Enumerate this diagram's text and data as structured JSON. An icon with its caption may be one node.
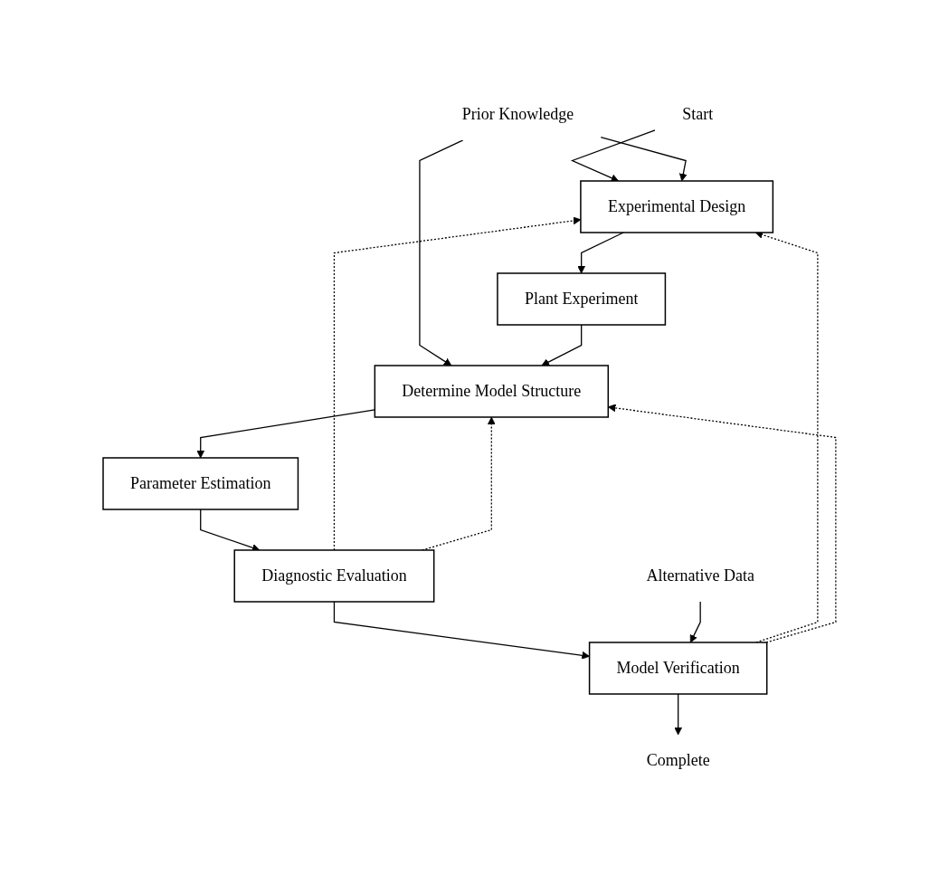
{
  "diagram": {
    "nodes": [
      {
        "text": [
          "Prior Knowledge"
        ]
      },
      {
        "text": [
          "Start"
        ]
      },
      {
        "text": [
          "Experimental Design"
        ]
      },
      {
        "text": [
          "Plant Experiment"
        ]
      },
      {
        "text": [
          "Determine Model Structure"
        ]
      },
      {
        "text": [
          "Parameter Estimation"
        ]
      },
      {
        "text": [
          "Alternative Data"
        ]
      },
      {
        "text": [
          "Diagnostic Evaluation"
        ]
      },
      {
        "text": [
          "Model Verification"
        ]
      },
      {
        "text": [
          "Complete"
        ]
      }
    ],
    "edges": [
      {
        "from": 1,
        "to": 2,
        "arrow": "to"
      },
      {
        "from": 0,
        "to": 2,
        "arrow": "to"
      },
      {
        "from": 0,
        "to": 4,
        "arrow": "to"
      },
      {
        "from": 2,
        "to": 3,
        "arrow": "to"
      },
      {
        "from": 3,
        "to": 4,
        "arrow": "to"
      },
      {
        "from": 4,
        "to": 5,
        "arrow": "to"
      },
      {
        "from": 5,
        "to": 7,
        "arrow": "to"
      },
      {
        "from": 7,
        "to": 8,
        "arrow": "to"
      },
      {
        "from": 6,
        "to": 8,
        "arrow": "to"
      },
      {
        "from": 8,
        "to": 9,
        "arrow": "to"
      },
      {
        "from": 7,
        "to": 2,
        "arrow": "to",
        "style": "dashed"
      },
      {
        "from": 7,
        "to": 4,
        "arrow": "to",
        "style": "dashed"
      },
      {
        "from": 8,
        "to": 2,
        "arrow": "to",
        "style": "dashed"
      },
      {
        "from": 8,
        "to": 4,
        "arrow": "to",
        "style": "dashed"
      }
    ]
  }
}
